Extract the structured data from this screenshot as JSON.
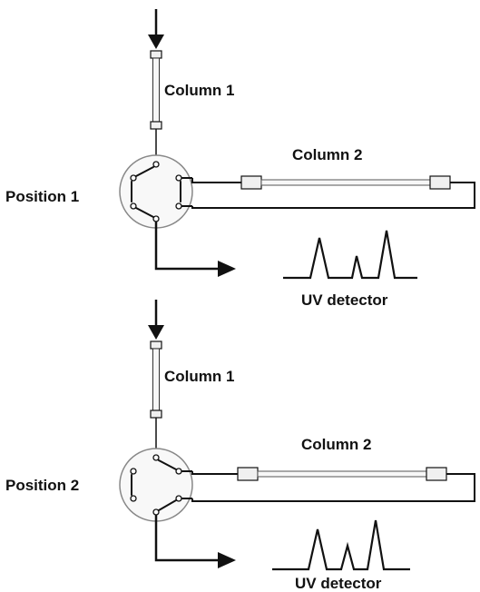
{
  "configurations": [
    {
      "position_label": "Position 1",
      "column_1_label": "Column 1",
      "column_2_label": "Column 2",
      "detector_label": "UV detector"
    },
    {
      "position_label": "Position 2",
      "column_1_label": "Column 1",
      "column_2_label": "Column 2",
      "detector_label": "UV detector"
    }
  ],
  "colors": {
    "line": "#111111",
    "column_fill": "#f0f0f0",
    "valve_fill": "#f8f8f8"
  }
}
